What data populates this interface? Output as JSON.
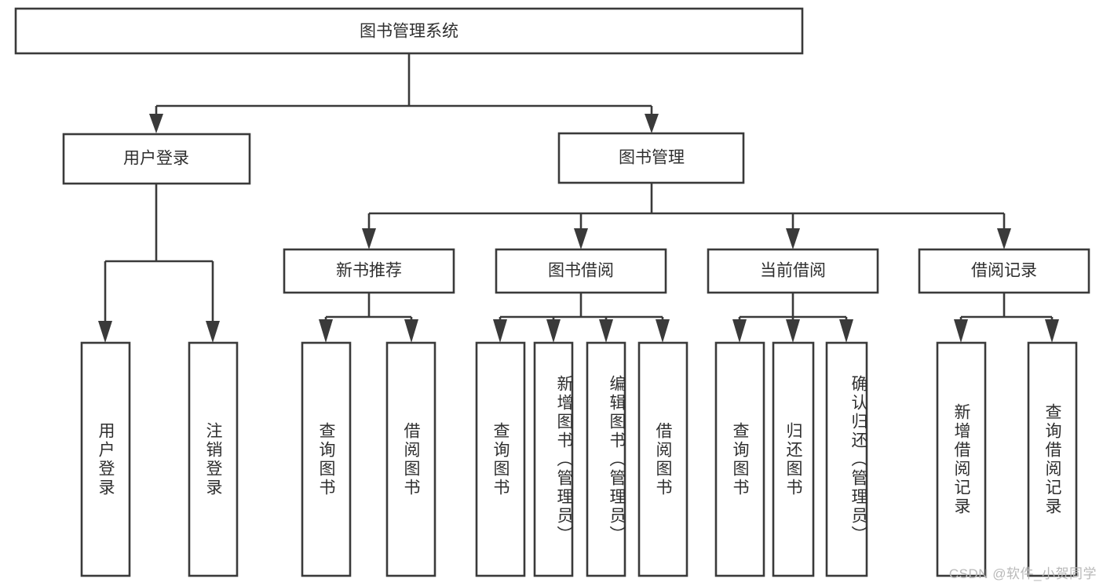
{
  "diagram": {
    "type": "tree-hierarchy",
    "title": "图书管理系统",
    "watermark": "CSDN @软件_小贺同学",
    "colors": {
      "stroke": "#3a3a3a",
      "fill": "#ffffff",
      "text": "#2f2f2f",
      "watermark": "#b9b9b9"
    },
    "root": {
      "label": "图书管理系统",
      "children": [
        {
          "label": "用户登录",
          "children": [
            {
              "label": "用户登录"
            },
            {
              "label": "注销登录"
            }
          ]
        },
        {
          "label": "图书管理",
          "children": [
            {
              "label": "新书推荐",
              "children": [
                {
                  "label": "查询图书"
                },
                {
                  "label": "借阅图书"
                }
              ]
            },
            {
              "label": "图书借阅",
              "children": [
                {
                  "label": "查询图书"
                },
                {
                  "label": "新增图书（管理员）"
                },
                {
                  "label": "编辑图书（管理员）"
                },
                {
                  "label": "借阅图书"
                }
              ]
            },
            {
              "label": "当前借阅",
              "children": [
                {
                  "label": "查询图书"
                },
                {
                  "label": "归还图书"
                },
                {
                  "label": "确认归还（管理员）"
                }
              ]
            },
            {
              "label": "借阅记录",
              "children": [
                {
                  "label": "新增借阅记录"
                },
                {
                  "label": "查询借阅记录"
                }
              ]
            }
          ]
        }
      ]
    },
    "nodes": {
      "root": "图书管理系统",
      "user_login": "用户登录",
      "book_manage": "图书管理",
      "new_book_rec": "新书推荐",
      "book_borrow": "图书借阅",
      "current_borrow": "当前借阅",
      "borrow_record": "借阅记录",
      "leaf_user_login": "用户登录",
      "leaf_logout": "注销登录",
      "leaf_rec_query": "查询图书",
      "leaf_rec_borrow": "借阅图书",
      "leaf_bb_query": "查询图书",
      "leaf_bb_add": "新增图书（管理员）",
      "leaf_bb_edit": "编辑图书（管理员）",
      "leaf_bb_borrow": "借阅图书",
      "leaf_cb_query": "查询图书",
      "leaf_cb_return": "归还图书",
      "leaf_cb_confirm": "确认归还（管理员）",
      "leaf_br_add": "新增借阅记录",
      "leaf_br_query": "查询借阅记录"
    }
  }
}
